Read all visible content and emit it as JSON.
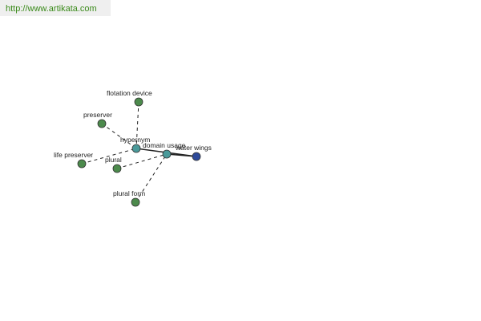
{
  "source": {
    "url": "http://www.artikata.com"
  },
  "graph": {
    "colors": {
      "leaf": "#4c8a4c",
      "relation": "#4a9a9a",
      "focus": "#2e4a9a"
    },
    "nodes": [
      {
        "id": "flotation_device",
        "label": "flotation device",
        "kind": "leaf"
      },
      {
        "id": "preserver",
        "label": "preserver",
        "kind": "leaf"
      },
      {
        "id": "hypernym",
        "label": "hypernym",
        "kind": "relation"
      },
      {
        "id": "life_preserver",
        "label": "life preserver",
        "kind": "leaf"
      },
      {
        "id": "plural",
        "label": "plural",
        "kind": "leaf"
      },
      {
        "id": "domain_usage",
        "label": "domain usage",
        "kind": "relation"
      },
      {
        "id": "water_wings",
        "label": "water wings",
        "kind": "focus"
      },
      {
        "id": "plural_form",
        "label": "plural form",
        "kind": "leaf"
      }
    ],
    "edges": [
      {
        "from": "flotation_device",
        "to": "hypernym",
        "style": "dashed"
      },
      {
        "from": "preserver",
        "to": "hypernym",
        "style": "dashed"
      },
      {
        "from": "life_preserver",
        "to": "hypernym",
        "style": "dashed"
      },
      {
        "from": "hypernym",
        "to": "water_wings",
        "style": "solid"
      },
      {
        "from": "plural",
        "to": "domain_usage",
        "style": "dashed"
      },
      {
        "from": "plural_form",
        "to": "domain_usage",
        "style": "dashed"
      },
      {
        "from": "domain_usage",
        "to": "water_wings",
        "style": "solid"
      }
    ]
  }
}
